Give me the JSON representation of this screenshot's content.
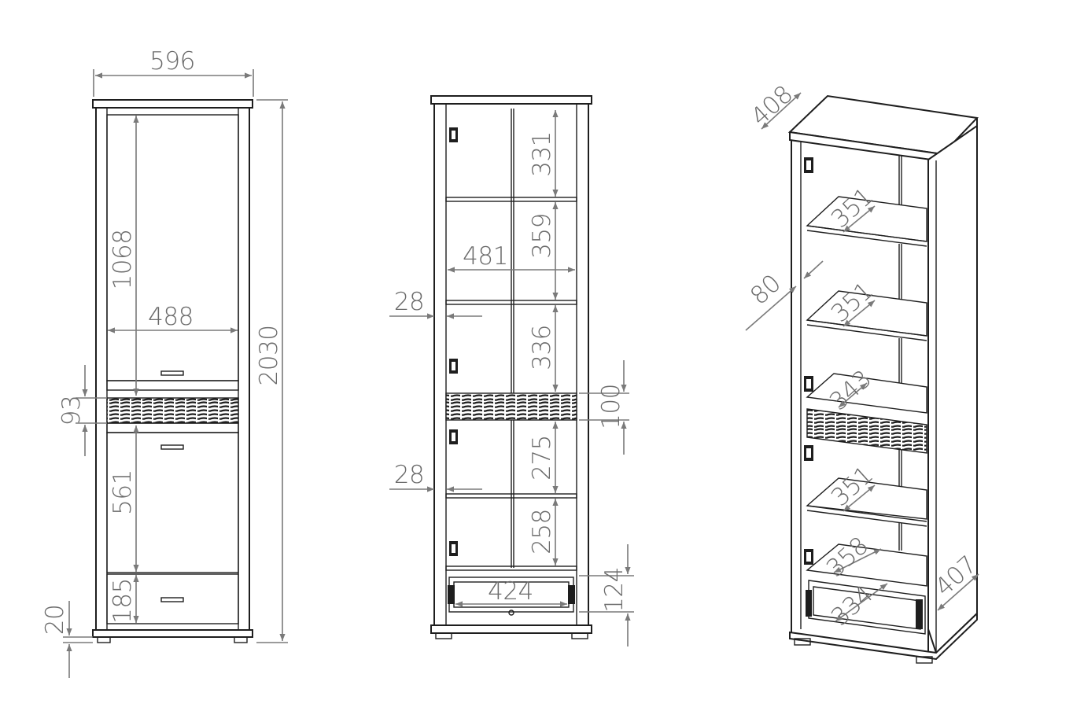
{
  "views": {
    "front": {
      "width": "596",
      "height_total": "2030",
      "upper_section": "1068",
      "inner_width": "488",
      "band": "93",
      "lower_section": "561",
      "drawer": "185",
      "plinth": "20"
    },
    "open": {
      "shelf_1": "331",
      "shelf_2": "359",
      "inner_width": "481",
      "shelf_3": "336",
      "side_upper": "28",
      "band": "100",
      "shelf_4": "275",
      "side_lower": "28",
      "shelf_5": "258",
      "drawer_width": "424",
      "drawer_height": "124"
    },
    "iso": {
      "depth_top": "408",
      "shelf_depth_1": "351",
      "offset": "80",
      "shelf_depth_2": "351",
      "band_depth": "343",
      "shelf_depth_3": "351",
      "shelf_depth_4": "358",
      "drawer_depth": "334",
      "depth_base": "407"
    }
  },
  "colors": {
    "line": "#1e1e1e",
    "dimension": "#7a7a7a",
    "text": "#6b6b6b"
  }
}
